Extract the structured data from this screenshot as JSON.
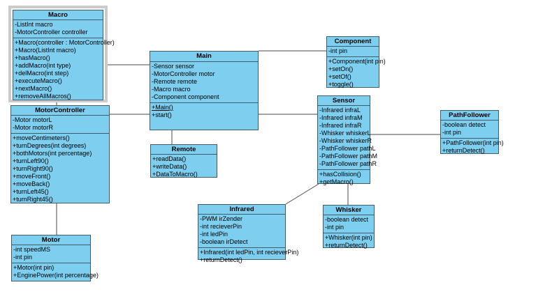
{
  "diagram": {
    "type": "uml-class-diagram",
    "background_color": "#ffffff",
    "box_fill_color": "#7ECEF0",
    "box_border_color": "#3F5C69",
    "connector_color": "#4a4a4a",
    "selection_frame_color": "#cbcbcb"
  },
  "classes": [
    {
      "id": "macro",
      "name": "Macro",
      "selected": true,
      "attributes": [
        "-ListInt macro",
        "-MotorController controller"
      ],
      "methods": [
        "+Macro(controller : MotorController)",
        "+Macro(ListInt macro)",
        "+hasMacro()",
        "+addMacro(int type)",
        "+delMacro(int step)",
        "+executeMacro()",
        "+nextMacro()",
        "+removeAllMacros()"
      ]
    },
    {
      "id": "motorcontroller",
      "name": "MotorController",
      "attributes": [
        "-Motor motorL",
        "-Motor motorR"
      ],
      "methods": [
        "+moveCentimeters()",
        "+turnDegrees(int degrees)",
        "+bothMotors(int percentage)",
        "+turnLeft90()",
        "+turnRight90()",
        "+moveFront()",
        "+moveBack()",
        "+turnLeft45()",
        "+turnRight45()"
      ]
    },
    {
      "id": "motor",
      "name": "Motor",
      "attributes": [
        "-int speedMS",
        "-int pin"
      ],
      "methods": [
        "+Motor(int pin)",
        "+EnginePower(int percentage)"
      ]
    },
    {
      "id": "main",
      "name": "Main",
      "attributes": [
        "-Sensor sensor",
        "-MotorController motor",
        "-Remote remote",
        "-Macro macro",
        "-Component component"
      ],
      "methods": [
        "+Main()",
        "+start()"
      ],
      "static_methods": [
        "+Main()"
      ]
    },
    {
      "id": "remote",
      "name": "Remote",
      "methods": [
        "+readData()",
        "+writeData()",
        "+DataToMacro()"
      ]
    },
    {
      "id": "component",
      "name": "Component",
      "attributes": [
        "-int pin"
      ],
      "methods": [
        "+Component(int pin)",
        "+setOn()",
        "+setOf()",
        "+toggle()"
      ]
    },
    {
      "id": "sensor",
      "name": "Sensor",
      "attributes": [
        "-Infrared infraL",
        "-Infrared infraM",
        "-Infrared infraR",
        "-Whisker whiskerL",
        "-Whisker whiskerR",
        "-PathFollower pathL",
        "-PathFollower pathM",
        "-PathFollower pathR"
      ],
      "methods": [
        "+hasCollision()",
        "+getMacro()"
      ]
    },
    {
      "id": "pathfollower",
      "name": "PathFollower",
      "attributes": [
        "-boolean detect",
        "-int pin"
      ],
      "methods": [
        "+PathFollower(int pin)",
        "+returnDetect()"
      ]
    },
    {
      "id": "infrared",
      "name": "Infrared",
      "attributes": [
        "-PWM irZender",
        "-int recieverPin",
        "-int ledPin",
        "-boolean irDetect"
      ],
      "methods": [
        "+Infrared(int ledPin, int recieverPin)",
        "+returnDetect()"
      ]
    },
    {
      "id": "whisker",
      "name": "Whisker",
      "attributes": [
        "-boolean detect",
        "-int pin"
      ],
      "methods": [
        "+Whisker(int pin)",
        "+returnDetect()"
      ]
    }
  ],
  "relationships": [
    {
      "from": "Macro",
      "to": "Main"
    },
    {
      "from": "Macro",
      "to": "MotorController"
    },
    {
      "from": "MotorController",
      "to": "Main"
    },
    {
      "from": "MotorController",
      "to": "Motor"
    },
    {
      "from": "Main",
      "to": "Remote"
    },
    {
      "from": "Main",
      "to": "Component"
    },
    {
      "from": "Main",
      "to": "Sensor"
    },
    {
      "from": "Sensor",
      "to": "PathFollower"
    },
    {
      "from": "Sensor",
      "to": "Whisker"
    },
    {
      "from": "Sensor",
      "to": "Infrared"
    }
  ]
}
